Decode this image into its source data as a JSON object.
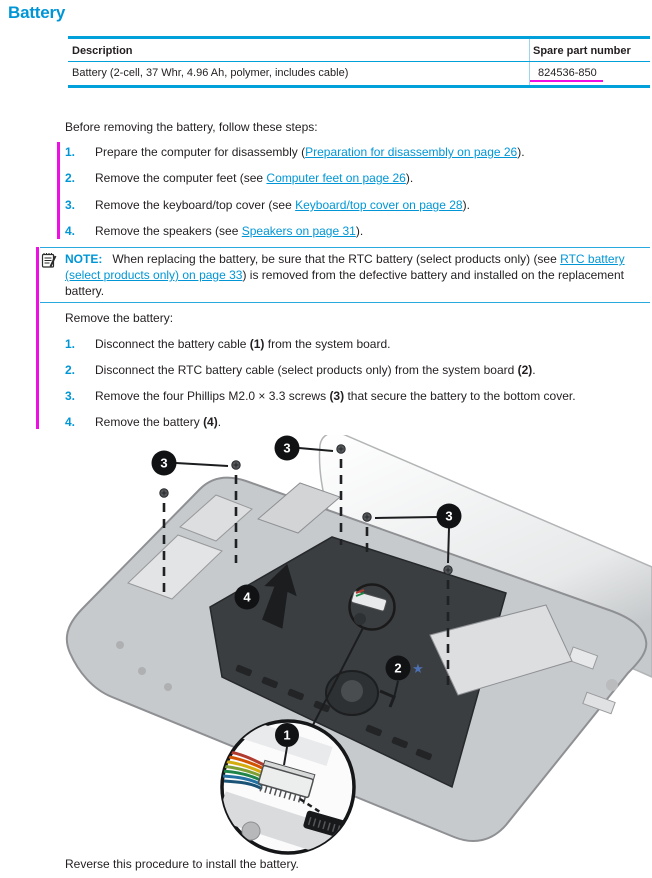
{
  "colors": {
    "accent_blue": "#0096d6",
    "table_rule_blue": "#00a0da",
    "change_bar_magenta": "#ee10e2",
    "body_text": "#231f20"
  },
  "page_title": "Battery",
  "table": {
    "col_description": "Description",
    "col_part_number": "Spare part number",
    "row_description": "Battery (2-cell, 37 Whr, 4.96 Ah, polymer, includes cable)",
    "row_part_number": "824536-850"
  },
  "intro": "Before removing the battery, follow these steps:",
  "prep_steps": [
    {
      "num": "1.",
      "pre": "Prepare the computer for disassembly (",
      "link": "Preparation for disassembly on page 26",
      "post": ")."
    },
    {
      "num": "2.",
      "pre": "Remove the computer feet (see ",
      "link": "Computer feet on page 26",
      "post": ")."
    },
    {
      "num": "3.",
      "pre": "Remove the keyboard/top cover (see ",
      "link": "Keyboard/top cover on page 28",
      "post": ")."
    },
    {
      "num": "4.",
      "pre": "Remove the speakers (see ",
      "link": "Speakers on page 31",
      "post": ")."
    }
  ],
  "note": {
    "label": "NOTE:",
    "pre": "When replacing the battery, be sure that the RTC battery (select products only) (see ",
    "link": "RTC battery (select products only) on page 33",
    "post": ") is removed from the defective battery and installed on the replacement battery."
  },
  "remove_intro": "Remove the battery:",
  "remove_steps": [
    {
      "num": "1.",
      "pre": "Disconnect the battery cable ",
      "bold": "(1)",
      "post": " from the system board."
    },
    {
      "num": "2.",
      "pre": "Disconnect the RTC battery cable (select products only) from the system board ",
      "bold": "(2)",
      "post": "."
    },
    {
      "num": "3.",
      "pre": "Remove the four Phillips M2.0 × 3.3 screws ",
      "bold": "(3)",
      "post": " that secure the battery to the bottom cover."
    },
    {
      "num": "4.",
      "pre": "Remove the battery ",
      "bold": "(4)",
      "post": "."
    }
  ],
  "figure": {
    "callout_battery_cable": "1",
    "callout_rtc_cable": "2",
    "callout_screws": "3",
    "callout_battery": "4",
    "rtc_star": "★"
  },
  "closing": "Reverse this procedure to install the battery."
}
